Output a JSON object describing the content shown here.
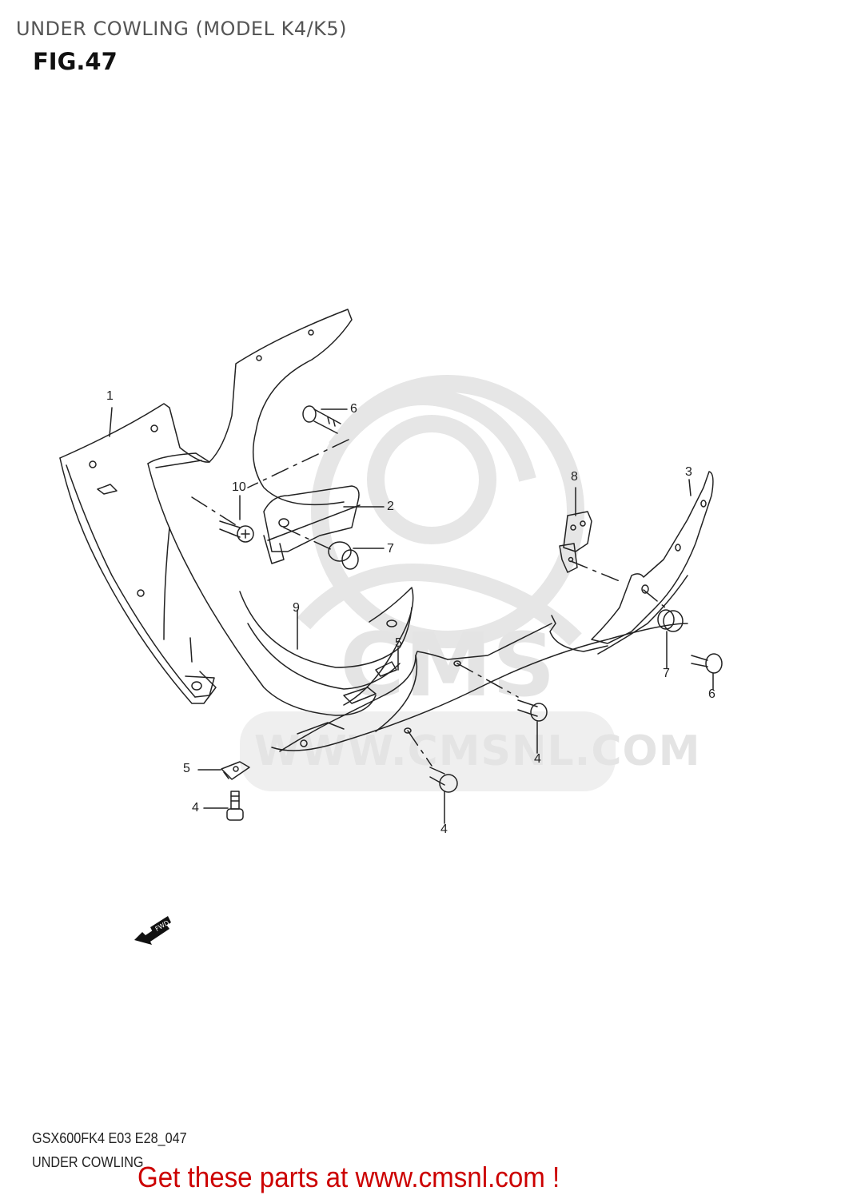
{
  "header": {
    "subtitle": "UNDER COWLING (MODEL K4/K5)",
    "figure": "FIG.47"
  },
  "watermark": {
    "logo_text": "CMS",
    "url_text": "WWW.CMSNL.COM",
    "color": "#e4e4e4"
  },
  "diagram": {
    "callouts": [
      {
        "id": "1",
        "label": "1"
      },
      {
        "id": "2",
        "label": "2"
      },
      {
        "id": "3",
        "label": "3"
      },
      {
        "id": "4a",
        "label": "4"
      },
      {
        "id": "4b",
        "label": "4"
      },
      {
        "id": "4c",
        "label": "4"
      },
      {
        "id": "5a",
        "label": "5"
      },
      {
        "id": "5b",
        "label": "5"
      },
      {
        "id": "6a",
        "label": "6"
      },
      {
        "id": "6b",
        "label": "6"
      },
      {
        "id": "7a",
        "label": "7"
      },
      {
        "id": "7b",
        "label": "7"
      },
      {
        "id": "8",
        "label": "8"
      },
      {
        "id": "9",
        "label": "9"
      },
      {
        "id": "10",
        "label": "10"
      }
    ],
    "direction_badge": "FWD",
    "direction_icon": "arrow-left-down-icon"
  },
  "footer": {
    "code": "GSX600FK4 E03 E28_047",
    "caption": "UNDER COWLING",
    "promo": "Get these parts at www.cmsnl.com !",
    "promo_color": "#cc0000"
  }
}
